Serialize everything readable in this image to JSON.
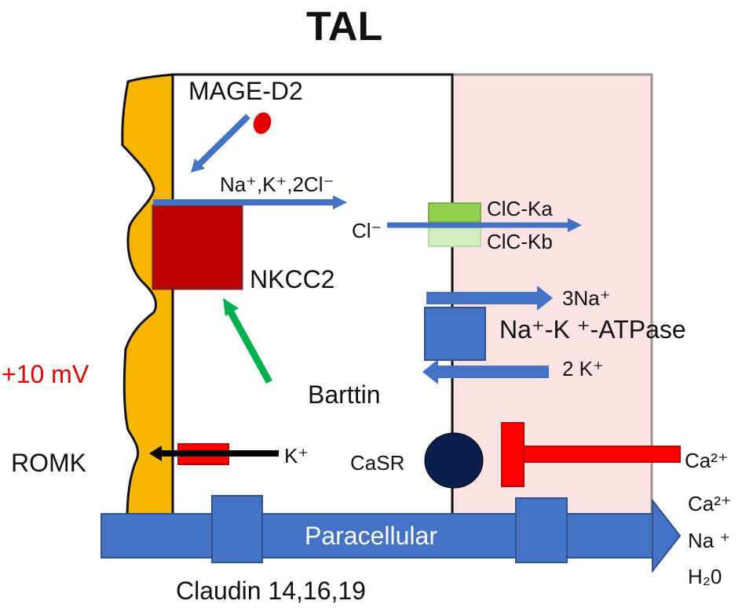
{
  "title": "TAL",
  "colors": {
    "lumen_membrane": "#F7B500",
    "interstitium": "#FBE3E3",
    "transporter_red": "#C00000",
    "bright_red": "#FF0000",
    "arrow_blue": "#4472C4",
    "barttin_green": "#00B050",
    "clc_green": "#92D050",
    "casr_navy": "#0B1F4F",
    "voltage_red": "#E00000"
  },
  "labels": {
    "mage": "MAGE-D2",
    "nkcc2_ions": "Na⁺,K⁺,2Cl⁻",
    "nkcc2": "NKCC2",
    "cl": "Cl⁻",
    "clcka": "ClC-Ka",
    "clckb": "ClC-Kb",
    "na3": "3Na⁺",
    "atpase": "Na⁺-K ⁺-ATPase",
    "k2": "2 K⁺",
    "voltage": "+10 mV",
    "barttin": "Barttin",
    "romk": "ROMK",
    "k": "K⁺",
    "casr": "CaSR",
    "ca_right": "Ca²⁺",
    "paracellular": "Paracellular",
    "claudin": "Claudin 14,16,19",
    "out_ca": "Ca²⁺",
    "out_na": "Na ⁺",
    "out_h2o": "H₂0"
  }
}
